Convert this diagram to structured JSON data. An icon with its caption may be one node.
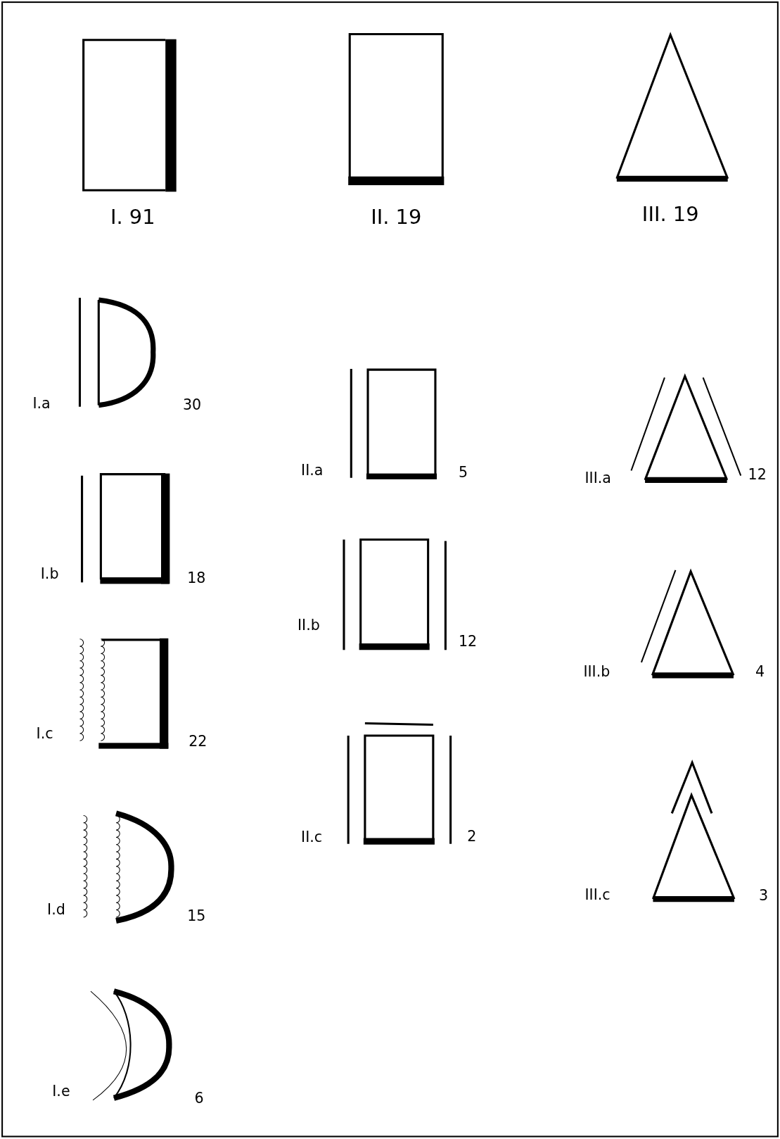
{
  "diagram": {
    "labels": [
      "I. 91",
      "II. 19",
      "III. 19",
      "I.a",
      "30",
      "I.b",
      "18",
      "I.c",
      "22",
      "I.d",
      "15",
      "I.e",
      "6",
      "II.a",
      "5",
      "II.b",
      "12",
      "II.c",
      "2",
      "III.a",
      "12",
      "III.b",
      "4",
      "III.c",
      "3"
    ]
  }
}
